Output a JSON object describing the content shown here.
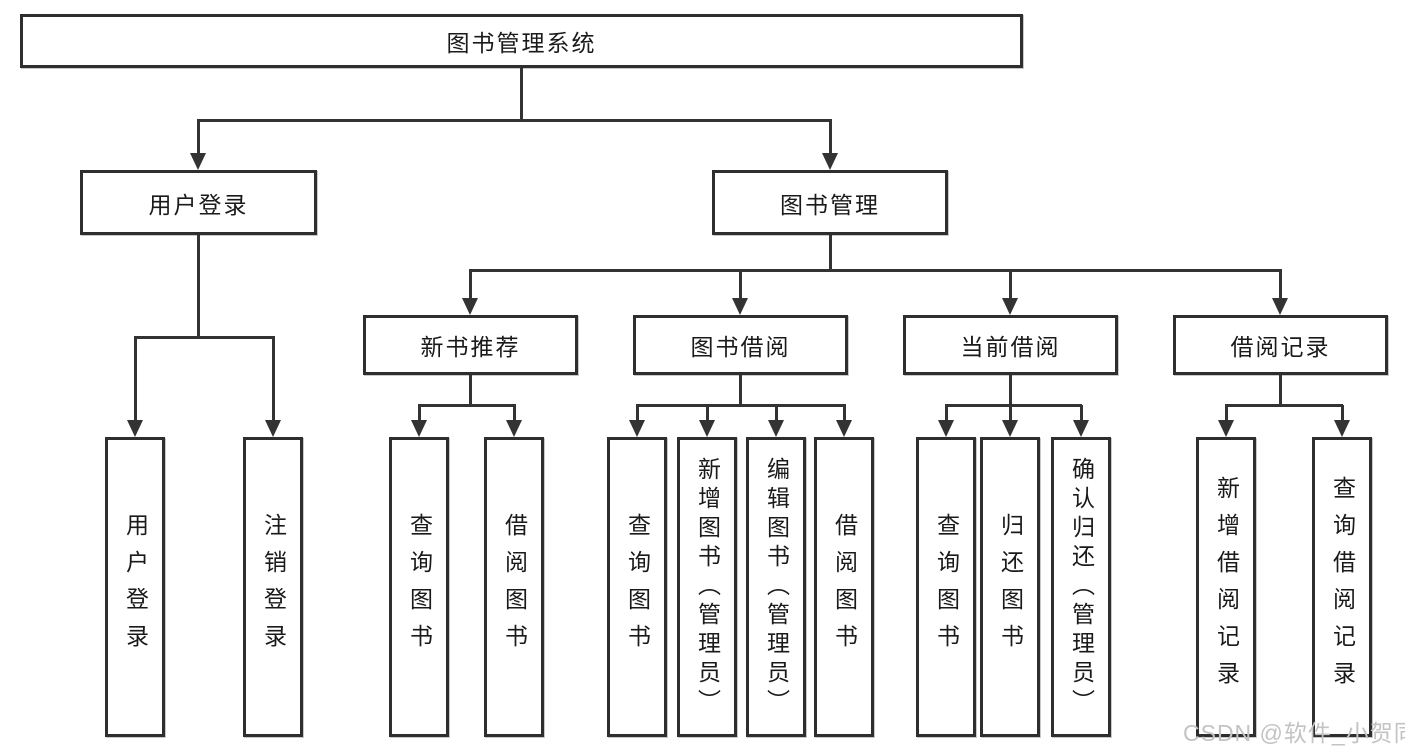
{
  "diagram": {
    "root": {
      "label": "图书管理系统"
    },
    "level1": {
      "user_login": {
        "label": "用户登录"
      },
      "book_mgmt": {
        "label": "图书管理"
      }
    },
    "level2": {
      "new_books": {
        "label": "新书推荐"
      },
      "book_borrow": {
        "label": "图书借阅"
      },
      "current_borrow": {
        "label": "当前借阅"
      },
      "borrow_records": {
        "label": "借阅记录"
      }
    },
    "leaves": {
      "user_login": [
        "用户登录",
        "注销登录"
      ],
      "new_books": [
        "查询图书",
        "借阅图书"
      ],
      "book_borrow": [
        "查询图书",
        "新增图书（管理员）",
        "编辑图书（管理员）",
        "借阅图书"
      ],
      "current_borrow": [
        "查询图书",
        "归还图书",
        "确认归还（管理员）"
      ],
      "borrow_records": [
        "新增借阅记录",
        "查询借阅记录"
      ]
    },
    "colors": {
      "line": "#333333",
      "box_border": "#2e2e2e",
      "text": "#1a1a1a",
      "background": "#ffffff"
    }
  },
  "watermark": {
    "text": "CSDN @软件_小贺同学",
    "color": "#c3c3c3"
  }
}
